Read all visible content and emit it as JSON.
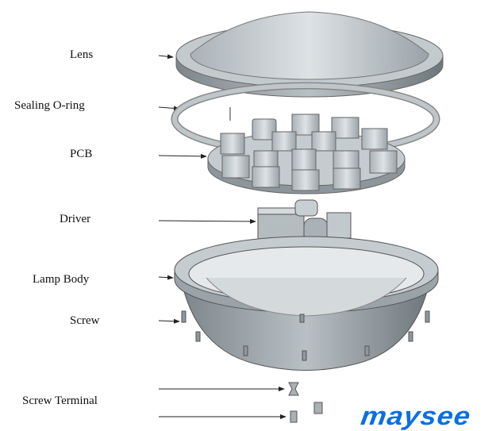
{
  "labels": {
    "lens": "Lens",
    "oring": "Sealing O-ring",
    "pcb": "PCB",
    "driver": "Driver",
    "body": "Lamp Body",
    "screw": "Screw",
    "terminal": "Screw Terminal"
  },
  "logo": "maysee",
  "colors": {
    "logo": "#0a6fe0",
    "part": "#c8cfd3",
    "shade": "#8e979c"
  }
}
